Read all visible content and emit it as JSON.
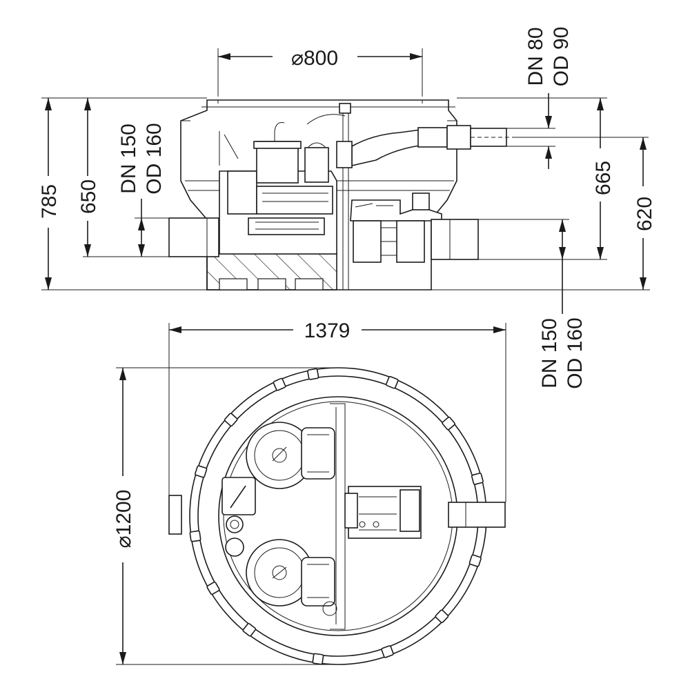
{
  "side_view": {
    "dim_top_width": "⌀800",
    "dim_total_height": "785",
    "dim_inlet_height": "650",
    "inlet_left_line1": "DN 150",
    "inlet_left_line2": "OD 160",
    "outlet_top_line1": "DN 80",
    "outlet_top_line2": "OD 90",
    "dim_outlet_height": "665",
    "dim_right_height": "620",
    "inlet_right_line1": "DN 150",
    "inlet_right_line2": "OD 160"
  },
  "top_view": {
    "dim_overall_width": "1379",
    "dim_diameter": "⌀1200"
  }
}
